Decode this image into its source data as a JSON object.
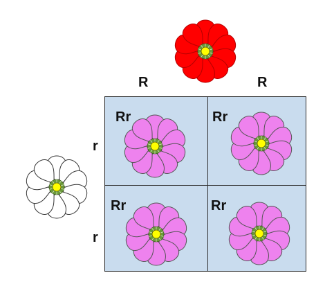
{
  "parent_top": {
    "alleles": [
      "R",
      "R"
    ],
    "flower_color": "red"
  },
  "parent_left": {
    "alleles": [
      "r",
      "r"
    ],
    "flower_color": "white"
  },
  "offspring": [
    "Rr",
    "Rr",
    "Rr",
    "Rr"
  ],
  "colors": {
    "red_petal": "#ff0000",
    "red_outline": "#b30000",
    "white_petal": "#ffffff",
    "white_outline": "#333333",
    "pink_petal": "#ee82ee",
    "pink_outline": "#555555",
    "center": "#ffff00",
    "center_ring": "#6b9a3a",
    "grid_fill": "#c9dcee"
  }
}
